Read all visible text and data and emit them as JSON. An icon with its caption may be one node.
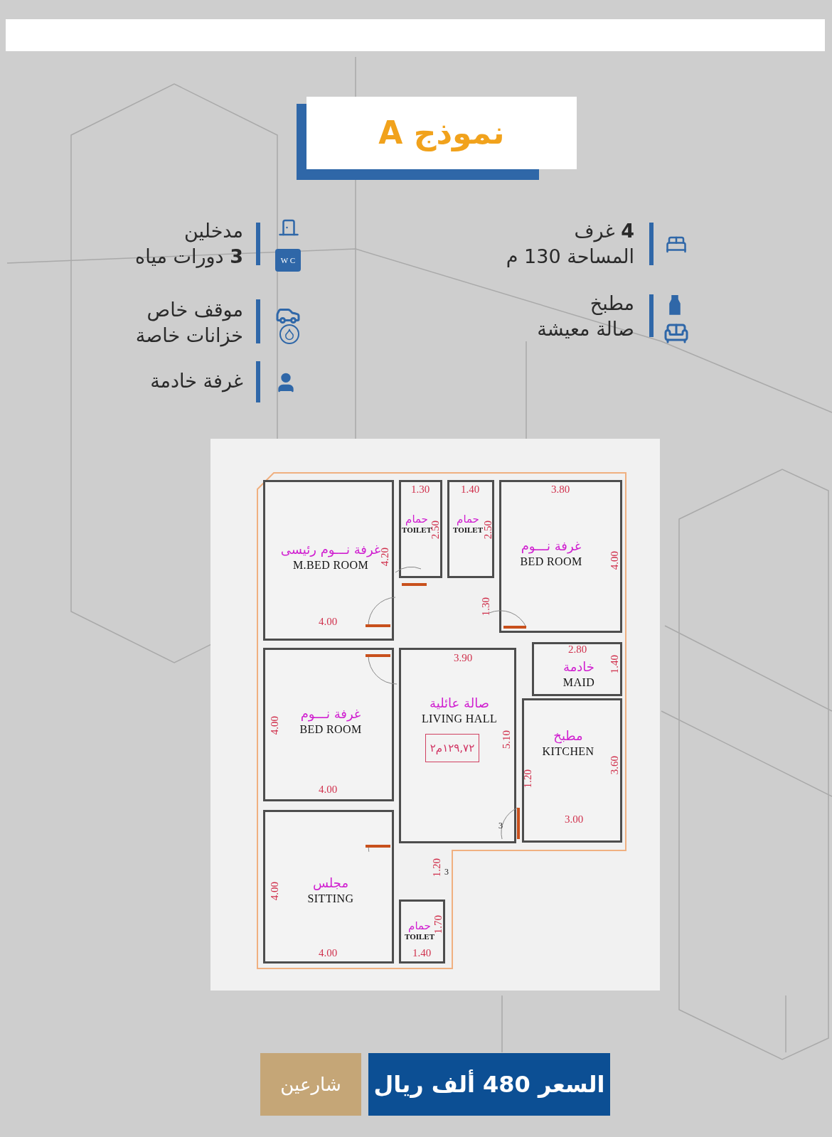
{
  "diagram": {
    "title": "نموذج A",
    "nodes": [
      {
        "text": [
          "غرفة نـــوم رئيسى",
          "M.BED ROOM"
        ]
      },
      {
        "text": [
          "حمام",
          "TOILET"
        ]
      },
      {
        "text": [
          "حمام",
          "TOILET"
        ]
      },
      {
        "text": [
          "غرفة نـــوم",
          "BED ROOM"
        ]
      },
      {
        "text": [
          "غرفة نـــوم",
          "BED ROOM"
        ]
      },
      {
        "text": [
          "صالة عائلية",
          "LIVING HALL"
        ]
      },
      {
        "text": [
          "١٢٩,٧٢م٢"
        ],
        "in": 5
      },
      {
        "text": [
          "خادمة",
          "MAID"
        ]
      },
      {
        "text": [
          "مطبخ",
          "KITCHEN"
        ]
      },
      {
        "text": [
          "مجلس",
          "SITTING"
        ]
      },
      {
        "text": [
          "حمام",
          "TOILET"
        ]
      }
    ],
    "labels": [
      "**4** غرف",
      "المساحة 130 م",
      "مدخلين",
      "**3** دورات مياه",
      "مطبخ",
      "صالة معيشة",
      "موقف خاص",
      "خزانات خاصة",
      "غرفة خادمة",
      "W C",
      "1.30",
      "1.40",
      "3.80",
      "2.50",
      "2.50",
      "4.20",
      "4.00",
      "1.30",
      "4.00",
      "2.80",
      "3.90",
      "1.40",
      "4.00",
      "5.10",
      "3.60",
      "1.20",
      "4.00",
      "3.00",
      "3",
      "1.20",
      "3",
      "4.00",
      "1.70",
      "4.00",
      "1.40",
      "السعر 480 ألف ريال",
      "شارعين"
    ]
  }
}
